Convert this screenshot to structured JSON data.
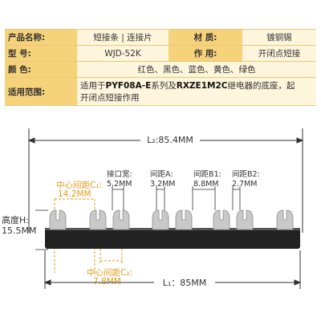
{
  "spec": {
    "rows": [
      {
        "label": "产品名称:",
        "value": "短接条 | 连接片",
        "label2": "材 质:",
        "value2": "镀铜锡"
      },
      {
        "label": "型 号:",
        "value": "WJD-52K",
        "label2": "作 用:",
        "value2": "开闭点短接"
      },
      {
        "label": "颜 色:",
        "value": "红色、黑色、蓝色、黄色、绿色"
      },
      {
        "label": "适用范围:",
        "value_pre": "适用于",
        "value_model1": "PYF08A-E",
        "value_mid": "系列及",
        "value_model2": "RXZE1M2C",
        "value_post": "继电器的底座，起",
        "value_line2": "开闭点短接作用"
      }
    ]
  },
  "diagram": {
    "total_length": "L₂:85.4MM",
    "bar_length": "L₁：85MM",
    "slot_width_label": "接口宽:",
    "slot_width_value": "5.2MM",
    "spacing_a_label": "间距A:",
    "spacing_a_value": "3.2MM",
    "spacing_b1_label": "间距B1:",
    "spacing_b1_value": "8.8MM",
    "spacing_b2_label": "间距B2:",
    "spacing_b2_value": "2.7MM",
    "center_c1_label": "中心间距C₁:",
    "center_c1_value": "14.2MM",
    "center_c2_label": "中心间距C₂:",
    "center_c2_value": "7.8MM",
    "height_label": "高度H:",
    "height_value": "15.5MM",
    "accent_color": "#e39a1a"
  }
}
